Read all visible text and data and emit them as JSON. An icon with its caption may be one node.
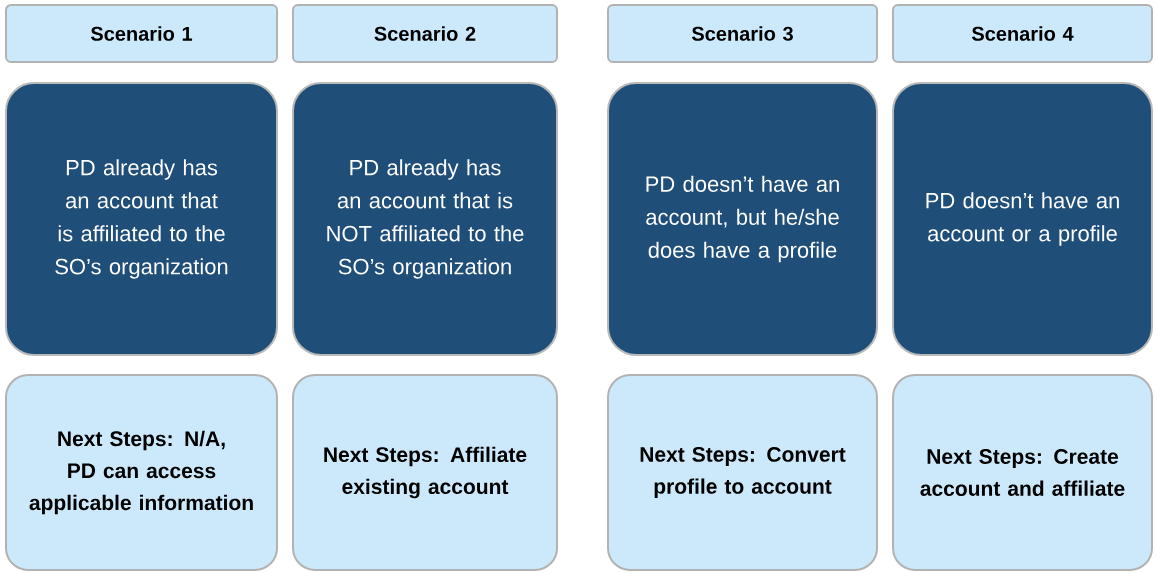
{
  "diagram": {
    "nodes": [
      {
        "text": [
          "Scenario 1"
        ]
      },
      {
        "text": [
          "Scenario 2"
        ]
      },
      {
        "text": [
          "Scenario 3"
        ]
      },
      {
        "text": [
          "Scenario 4"
        ]
      },
      {
        "text": [
          "PD already has an account that is affiliated to the SO’s organization"
        ]
      },
      {
        "text": [
          "PD already has an account that is NOT affiliated to the SO’s organization"
        ]
      },
      {
        "text": [
          "PD doesn’t have an account, but he/she does have a profile"
        ]
      },
      {
        "text": [
          "PD doesn’t have an account or a profile"
        ]
      },
      {
        "text": [
          "Next Steps: N/A, PD can access applicable information"
        ]
      },
      {
        "text": [
          "Next Steps: Affiliate existing account"
        ]
      },
      {
        "text": [
          "Next Steps: Convert profile to account"
        ]
      },
      {
        "text": [
          "Next Steps: Create account and affiliate"
        ]
      }
    ],
    "edges": []
  }
}
